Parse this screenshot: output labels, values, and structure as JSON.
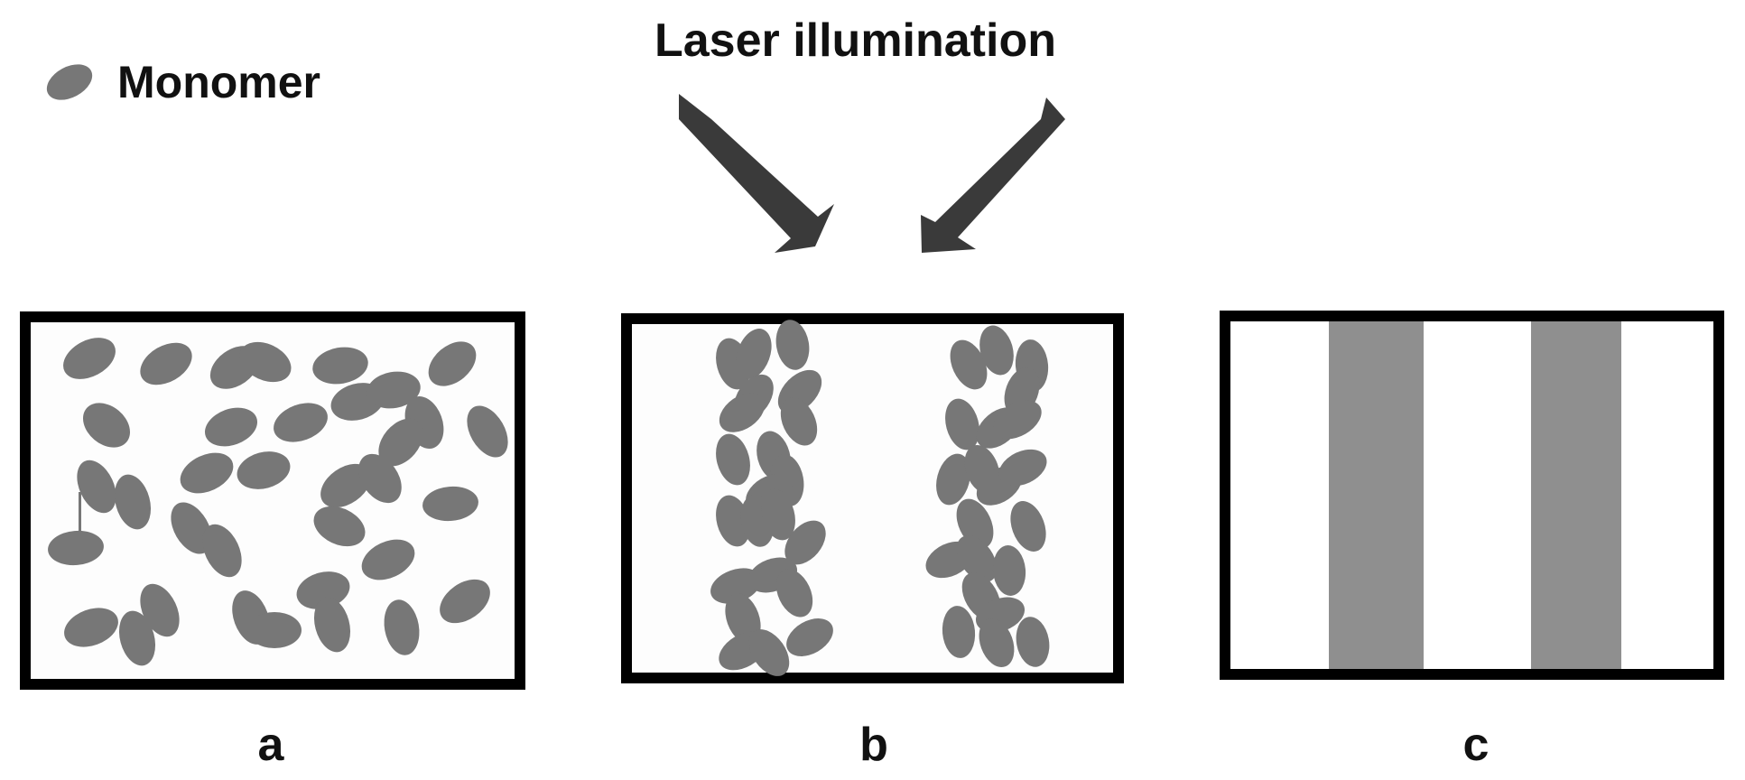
{
  "legend": {
    "label": "Monomer",
    "icon": "monomer-ellipse-icon"
  },
  "illumination": {
    "label": "Laser illumination",
    "icon": "arrow-icon"
  },
  "panels": [
    {
      "id": "a",
      "label": "a",
      "state": "monomers randomly dispersed"
    },
    {
      "id": "b",
      "label": "b",
      "state": "monomers concentrated in two bright-fringe bands"
    },
    {
      "id": "c",
      "label": "c",
      "state": "two polymerized stripes"
    }
  ],
  "colors": {
    "monomer": "#777777",
    "stripe": "#8f8f8f",
    "arrow": "#3a3a3a",
    "frame": "#000000"
  }
}
